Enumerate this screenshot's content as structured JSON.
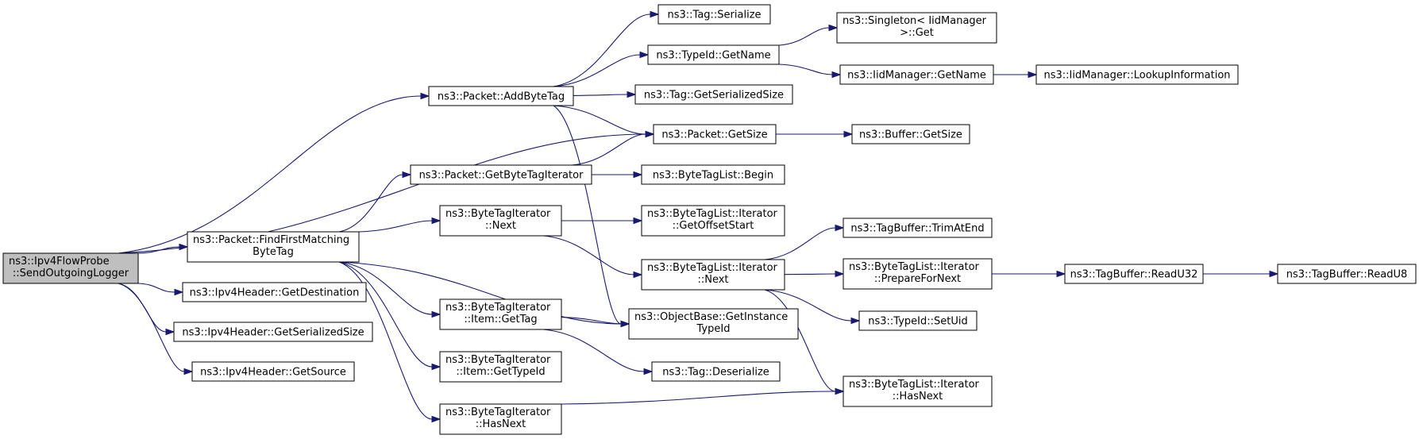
{
  "graph": {
    "edge_color": "#191970",
    "root_fill": "#bfbfbf",
    "node_fill": "#ffffff",
    "nodes": [
      {
        "id": "root",
        "lines": [
          "ns3::Ipv4FlowProbe",
          "::SendOutgoingLogger"
        ],
        "root": true
      },
      {
        "id": "addbytetag",
        "lines": [
          "ns3::Packet::AddByteTag"
        ]
      },
      {
        "id": "getsize",
        "lines": [
          "ns3::Packet::GetSize"
        ]
      },
      {
        "id": "findfirst",
        "lines": [
          "ns3::Packet::FindFirstMatching",
          "ByteTag"
        ]
      },
      {
        "id": "getdest",
        "lines": [
          "ns3::Ipv4Header::GetDestination"
        ]
      },
      {
        "id": "getser",
        "lines": [
          "ns3::Ipv4Header::GetSerializedSize"
        ]
      },
      {
        "id": "getsource",
        "lines": [
          "ns3::Ipv4Header::GetSource"
        ]
      },
      {
        "id": "tagserialize",
        "lines": [
          "ns3::Tag::Serialize"
        ]
      },
      {
        "id": "typeidgetname",
        "lines": [
          "ns3::TypeId::GetName"
        ]
      },
      {
        "id": "taggetsersize",
        "lines": [
          "ns3::Tag::GetSerializedSize"
        ]
      },
      {
        "id": "objbase",
        "lines": [
          "ns3::ObjectBase::GetInstance",
          "TypeId"
        ]
      },
      {
        "id": "singleton",
        "lines": [
          "ns3::Singleton< IidManager",
          ">::Get"
        ]
      },
      {
        "id": "iidgetname",
        "lines": [
          "ns3::IidManager::GetName"
        ]
      },
      {
        "id": "lookup",
        "lines": [
          "ns3::IidManager::LookupInformation"
        ]
      },
      {
        "id": "buffergetsize",
        "lines": [
          "ns3::Buffer::GetSize"
        ]
      },
      {
        "id": "getbyteiter",
        "lines": [
          "ns3::Packet::GetByteTagIterator"
        ]
      },
      {
        "id": "btlbegin",
        "lines": [
          "ns3::ByteTagList::Begin"
        ]
      },
      {
        "id": "btinext",
        "lines": [
          "ns3::ByteTagIterator",
          "::Next"
        ]
      },
      {
        "id": "btlitergetoffset",
        "lines": [
          "ns3::ByteTagList::Iterator",
          "::GetOffsetStart"
        ]
      },
      {
        "id": "btliternext",
        "lines": [
          "ns3::ByteTagList::Iterator",
          "::Next"
        ]
      },
      {
        "id": "trimatend",
        "lines": [
          "ns3::TagBuffer::TrimAtEnd"
        ]
      },
      {
        "id": "preparefornext",
        "lines": [
          "ns3::ByteTagList::Iterator",
          "::PrepareForNext"
        ]
      },
      {
        "id": "readu32",
        "lines": [
          "ns3::TagBuffer::ReadU32"
        ]
      },
      {
        "id": "readu8",
        "lines": [
          "ns3::TagBuffer::ReadU8"
        ]
      },
      {
        "id": "setuid",
        "lines": [
          "ns3::TypeId::SetUid"
        ]
      },
      {
        "id": "btlhasnext",
        "lines": [
          "ns3::ByteTagList::Iterator",
          "::HasNext"
        ]
      },
      {
        "id": "itemgettag",
        "lines": [
          "ns3::ByteTagIterator",
          "::Item::GetTag"
        ]
      },
      {
        "id": "itemgettypeid",
        "lines": [
          "ns3::ByteTagIterator",
          "::Item::GetTypeId"
        ]
      },
      {
        "id": "btihasnext",
        "lines": [
          "ns3::ByteTagIterator",
          "::HasNext"
        ]
      },
      {
        "id": "tagdeserialize",
        "lines": [
          "ns3::Tag::Deserialize"
        ]
      }
    ],
    "edges": [
      {
        "from": "root",
        "to": "addbytetag"
      },
      {
        "from": "root",
        "to": "getsize"
      },
      {
        "from": "root",
        "to": "findfirst"
      },
      {
        "from": "root",
        "to": "getdest"
      },
      {
        "from": "root",
        "to": "getser"
      },
      {
        "from": "root",
        "to": "getsource"
      },
      {
        "from": "addbytetag",
        "to": "tagserialize"
      },
      {
        "from": "addbytetag",
        "to": "typeidgetname"
      },
      {
        "from": "addbytetag",
        "to": "taggetsersize"
      },
      {
        "from": "addbytetag",
        "to": "getsize"
      },
      {
        "from": "addbytetag",
        "to": "objbase"
      },
      {
        "from": "typeidgetname",
        "to": "singleton"
      },
      {
        "from": "typeidgetname",
        "to": "iidgetname"
      },
      {
        "from": "iidgetname",
        "to": "lookup"
      },
      {
        "from": "getsize",
        "to": "buffergetsize"
      },
      {
        "from": "findfirst",
        "to": "getbyteiter"
      },
      {
        "from": "findfirst",
        "to": "btinext"
      },
      {
        "from": "findfirst",
        "to": "objbase"
      },
      {
        "from": "findfirst",
        "to": "itemgettag"
      },
      {
        "from": "findfirst",
        "to": "itemgettypeid"
      },
      {
        "from": "findfirst",
        "to": "btihasnext"
      },
      {
        "from": "getbyteiter",
        "to": "getsize"
      },
      {
        "from": "getbyteiter",
        "to": "btlbegin"
      },
      {
        "from": "btinext",
        "to": "btlitergetoffset"
      },
      {
        "from": "btinext",
        "to": "btliternext"
      },
      {
        "from": "btliternext",
        "to": "trimatend"
      },
      {
        "from": "btliternext",
        "to": "preparefornext"
      },
      {
        "from": "btliternext",
        "to": "setuid"
      },
      {
        "from": "btliternext",
        "to": "btlhasnext"
      },
      {
        "from": "preparefornext",
        "to": "readu32"
      },
      {
        "from": "readu32",
        "to": "readu8"
      },
      {
        "from": "itemgettag",
        "to": "objbase"
      },
      {
        "from": "itemgettag",
        "to": "tagdeserialize"
      },
      {
        "from": "btihasnext",
        "to": "btlhasnext"
      }
    ]
  }
}
